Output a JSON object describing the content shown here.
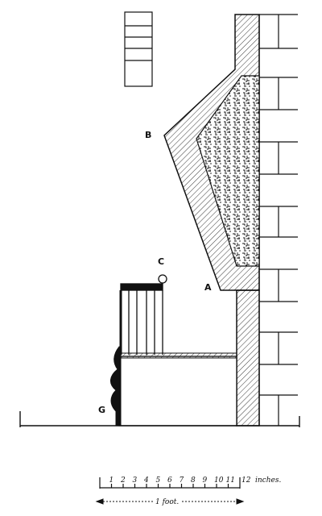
{
  "figure": {
    "labels": {
      "a": "A",
      "b": "B",
      "c": "C",
      "g": "G"
    },
    "scale": {
      "ticks": [
        "1",
        "2",
        "3",
        "4",
        "5",
        "6",
        "7",
        "8",
        "9",
        "10",
        "11",
        "12"
      ],
      "unit": "inches.",
      "span_label": "1 foot."
    }
  }
}
